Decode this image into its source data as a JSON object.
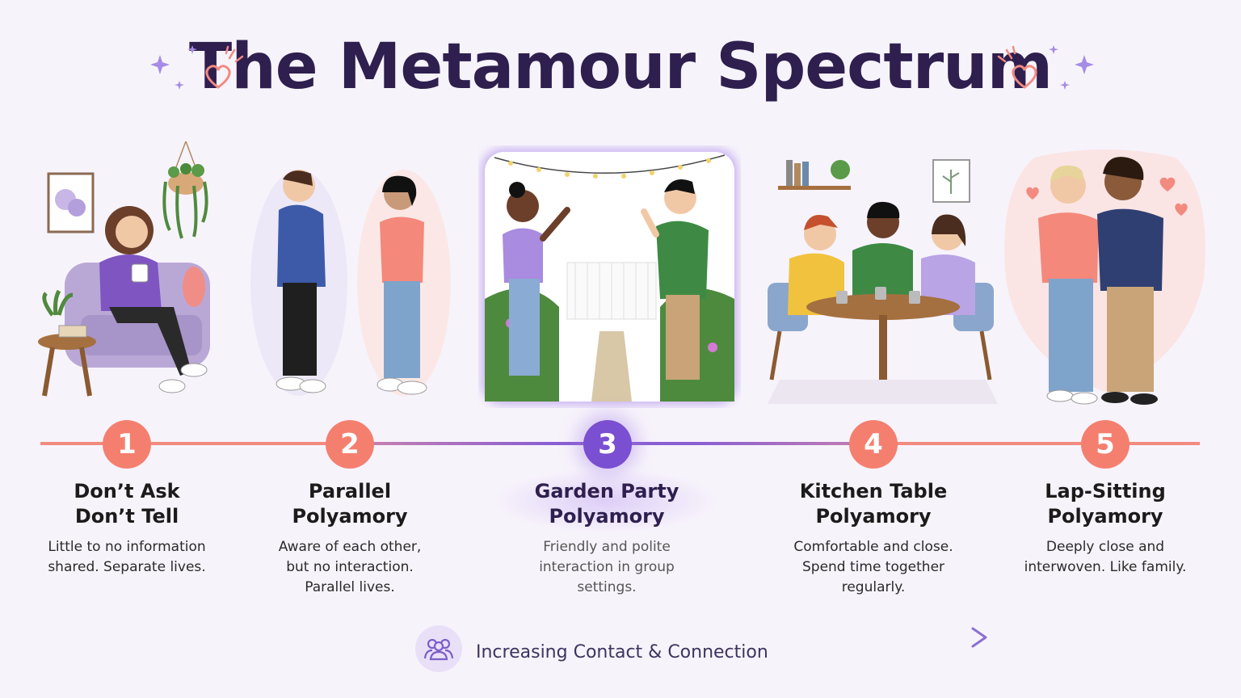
{
  "title": "The Metamour Spectrum",
  "colors": {
    "background": "#f7f3fb",
    "title": "#2e1f4f",
    "coral": "#f57f6f",
    "purple": "#7a4fd1",
    "arrow": "#8a6fd6"
  },
  "stages": [
    {
      "number": "1",
      "title_line1": "Don’t Ask",
      "title_line2": "Don’t Tell",
      "desc_line1": "Little to no information",
      "desc_line2": "shared. Separate lives.",
      "desc_line3": "",
      "illustration": "woman-alone-armchair-with-mug"
    },
    {
      "number": "2",
      "title_line1": "Parallel",
      "title_line2": "Polyamory",
      "desc_line1": "Aware of each other,",
      "desc_line2": "but no interaction.",
      "desc_line3": "Parallel lives.",
      "illustration": "two-people-standing-apart"
    },
    {
      "number": "3",
      "title_line1": "Garden Party",
      "title_line2": "Polyamory",
      "desc_line1": "Friendly and polite",
      "desc_line2": "interaction in group",
      "desc_line3": "settings.",
      "illustration": "two-people-waving-in-garden"
    },
    {
      "number": "4",
      "title_line1": "Kitchen Table",
      "title_line2": "Polyamory",
      "desc_line1": "Comfortable and close.",
      "desc_line2": "Spend time together",
      "desc_line3": "regularly.",
      "illustration": "three-people-at-table-with-mugs"
    },
    {
      "number": "5",
      "title_line1": "Lap-Sitting",
      "title_line2": "Polyamory",
      "desc_line1": "Deeply close and",
      "desc_line2": "interwoven. Like family.",
      "desc_line3": "",
      "illustration": "two-people-embracing"
    }
  ],
  "axis": {
    "label": "Increasing Contact & Connection",
    "icon": "people-group-icon"
  }
}
